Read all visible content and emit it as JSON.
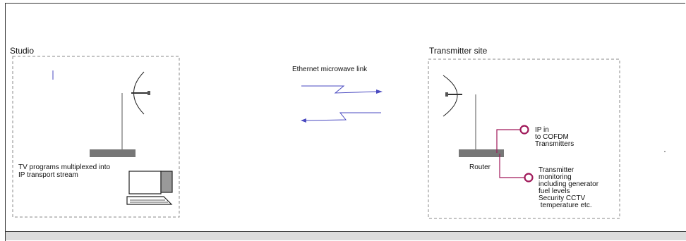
{
  "studio": {
    "title": "Studio",
    "caption_line1": "TV programs multiplexed into",
    "caption_line2": "IP transport stream"
  },
  "link": {
    "label": "Ethernet microwave link"
  },
  "transmitter": {
    "title": "Transmitter site",
    "router_label": "Router",
    "ip_in_line1": "IP in",
    "ip_in_line2": "to COFDM",
    "ip_in_line3": "Transmitters",
    "monitor_line1": "Transmitter",
    "monitor_line2": "monitoring",
    "monitor_line3": "including generator",
    "monitor_line4": "fuel levels",
    "monitor_line5": "Security CCTV",
    "monitor_line6": " temperature etc."
  },
  "colors": {
    "link_arrow": "#4a4ac0",
    "connector": "#a0195a",
    "router": "#777777",
    "box_border": "#8a8a8a"
  }
}
